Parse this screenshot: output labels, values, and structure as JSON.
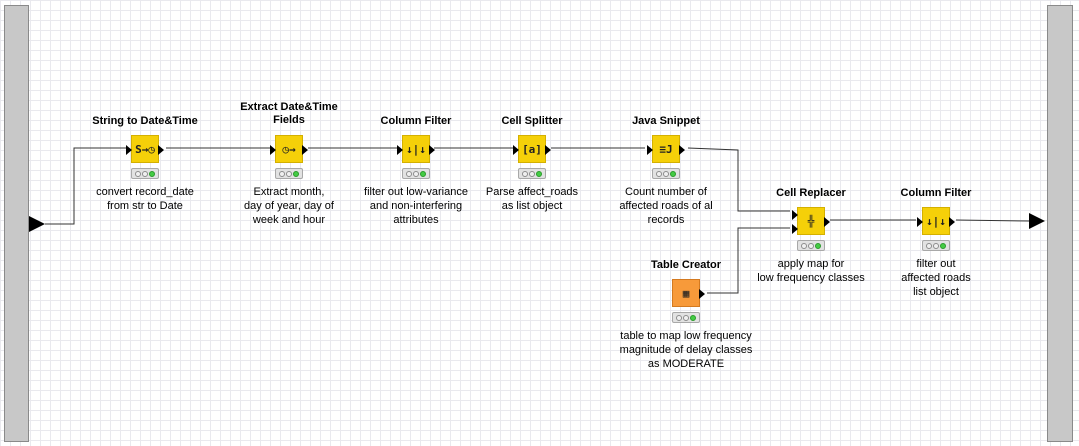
{
  "workflow": {
    "nodes": [
      {
        "id": "n1",
        "title": "String to Date&Time",
        "icon": "S→◷",
        "desc": "convert record_date\nfrom str to Date",
        "color": "#f5d009"
      },
      {
        "id": "n2",
        "title": "Extract Date&Time\nFields",
        "icon": "◷→",
        "desc": "Extract month,\nday of year, day of\nweek and hour",
        "color": "#f5d009"
      },
      {
        "id": "n3",
        "title": "Column Filter",
        "icon": "↓|↓",
        "desc": "filter out low-variance\nand non-interfering\nattributes",
        "color": "#f5d009"
      },
      {
        "id": "n4",
        "title": "Cell Splitter",
        "icon": "[a]",
        "desc": "Parse affect_roads\nas list object",
        "color": "#f5d009"
      },
      {
        "id": "n5",
        "title": "Java Snippet",
        "icon": "≡J",
        "desc": "Count number of\naffected roads of al\nrecords",
        "color": "#f5d009"
      },
      {
        "id": "n6",
        "title": "Cell Replacer",
        "icon": "╬",
        "desc": "apply map for\nlow frequency classes",
        "color": "#f5d009"
      },
      {
        "id": "n7",
        "title": "Column Filter",
        "icon": "↓|↓",
        "desc": "filter out\naffected roads\nlist object",
        "color": "#f5d009"
      },
      {
        "id": "n8",
        "title": "Table Creator",
        "icon": "▦",
        "desc": "table to map  low frequency\nmagnitude of delay classes\nas MODERATE",
        "color": "#f79a3a"
      }
    ],
    "status": {
      "red": "off",
      "yellow": "off",
      "green": "on"
    }
  }
}
